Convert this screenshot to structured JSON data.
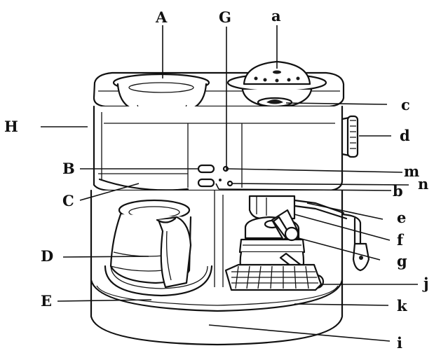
{
  "labels": {
    "A": "A",
    "G": "G",
    "a": "a",
    "H": "H",
    "c": "c",
    "d": "d",
    "B": "B",
    "m": "m",
    "n": "n",
    "C": "C",
    "b": "b",
    "e": "e",
    "f": "f",
    "D": "D",
    "g": "g",
    "j": "j",
    "E": "E",
    "k": "k",
    "i": "i"
  },
  "colors": {
    "ink": "#111111",
    "paper": "#ffffff"
  }
}
